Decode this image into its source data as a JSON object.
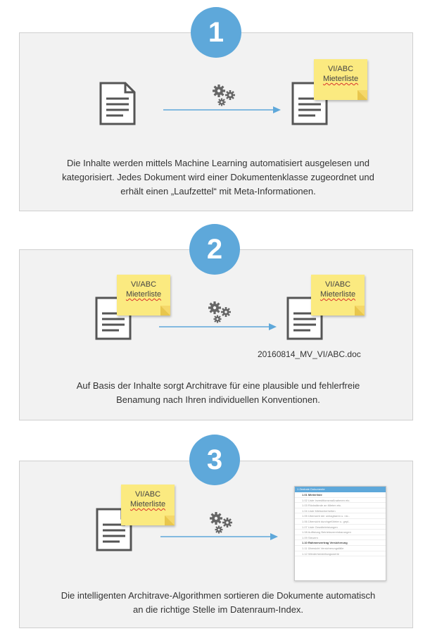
{
  "steps": [
    {
      "number": "1",
      "note": {
        "line1": "VI/ABC",
        "line2": "Mieterliste"
      },
      "description": [
        "Die Inhalte werden mittels Machine Learning automatisiert ausgelesen und",
        "kategorisiert. Jedes Dokument wird einer Dokumentenklasse zugeordnet und",
        "erhält einen „Laufzettel“ mit Meta-Informationen."
      ]
    },
    {
      "number": "2",
      "note_left": {
        "line1": "VI/ABC",
        "line2": "Mieterliste"
      },
      "note_right": {
        "line1": "VI/ABC",
        "line2": "Mieterliste"
      },
      "filename": "20160814_MV_VI/ABC.doc",
      "description": [
        "Auf Basis der Inhalte sorgt Architrave für eine plausible und fehlerfreie",
        "Benamung nach Ihren individuellen Konventionen."
      ]
    },
    {
      "number": "3",
      "note": {
        "line1": "VI/ABC",
        "line2": "Mieterliste"
      },
      "index_header": "1 Zentrale Dokumente",
      "index_rows": [
        "1.01 Mieterliste",
        "1.02 Liste Investitionsmaßnahmen etc.",
        "1.03 Rückstände an Mieten etc.",
        "1.04 Liste Mietsicherheiten",
        "1.05 Übersicht der umlagbaren u. nic..",
        "1.06 Übersicht durchgeführter u. gepl..",
        "1.07 Liste Gewährleistungen",
        "1.08 Auflistung Betriebsvereinbarungen",
        "1.09 Steuern",
        "1.10 Rahmenvertrag Versicherung",
        "1.11 Übersicht Versicherungsfälle",
        "1.12 Wiederherstellungswerte"
      ],
      "description": [
        "Die intelligenten Architrave-Algorithmen sortieren die Dokumente automatisch",
        "an die richtige Stelle im Datenraum-Index."
      ]
    }
  ],
  "colors": {
    "badge": "#5ea8da",
    "panel": "#f2f2f2",
    "note": "#fbea80",
    "arrow": "#5ea8da",
    "icon": "#555555"
  }
}
